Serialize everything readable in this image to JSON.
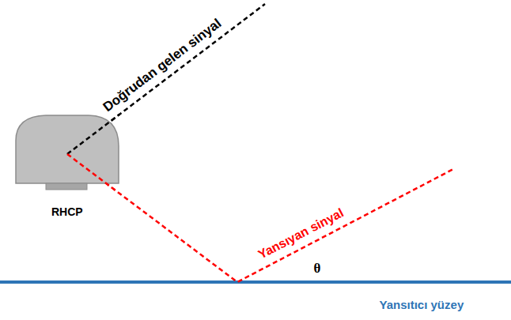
{
  "diagram": {
    "nodes": [
      {
        "text": [
          "RHCP"
        ]
      }
    ],
    "labels": [
      "Doğrudan gelen sinyal",
      "Yansıyan sinyal",
      "θ",
      "Yansıtıcı yüzey"
    ]
  }
}
